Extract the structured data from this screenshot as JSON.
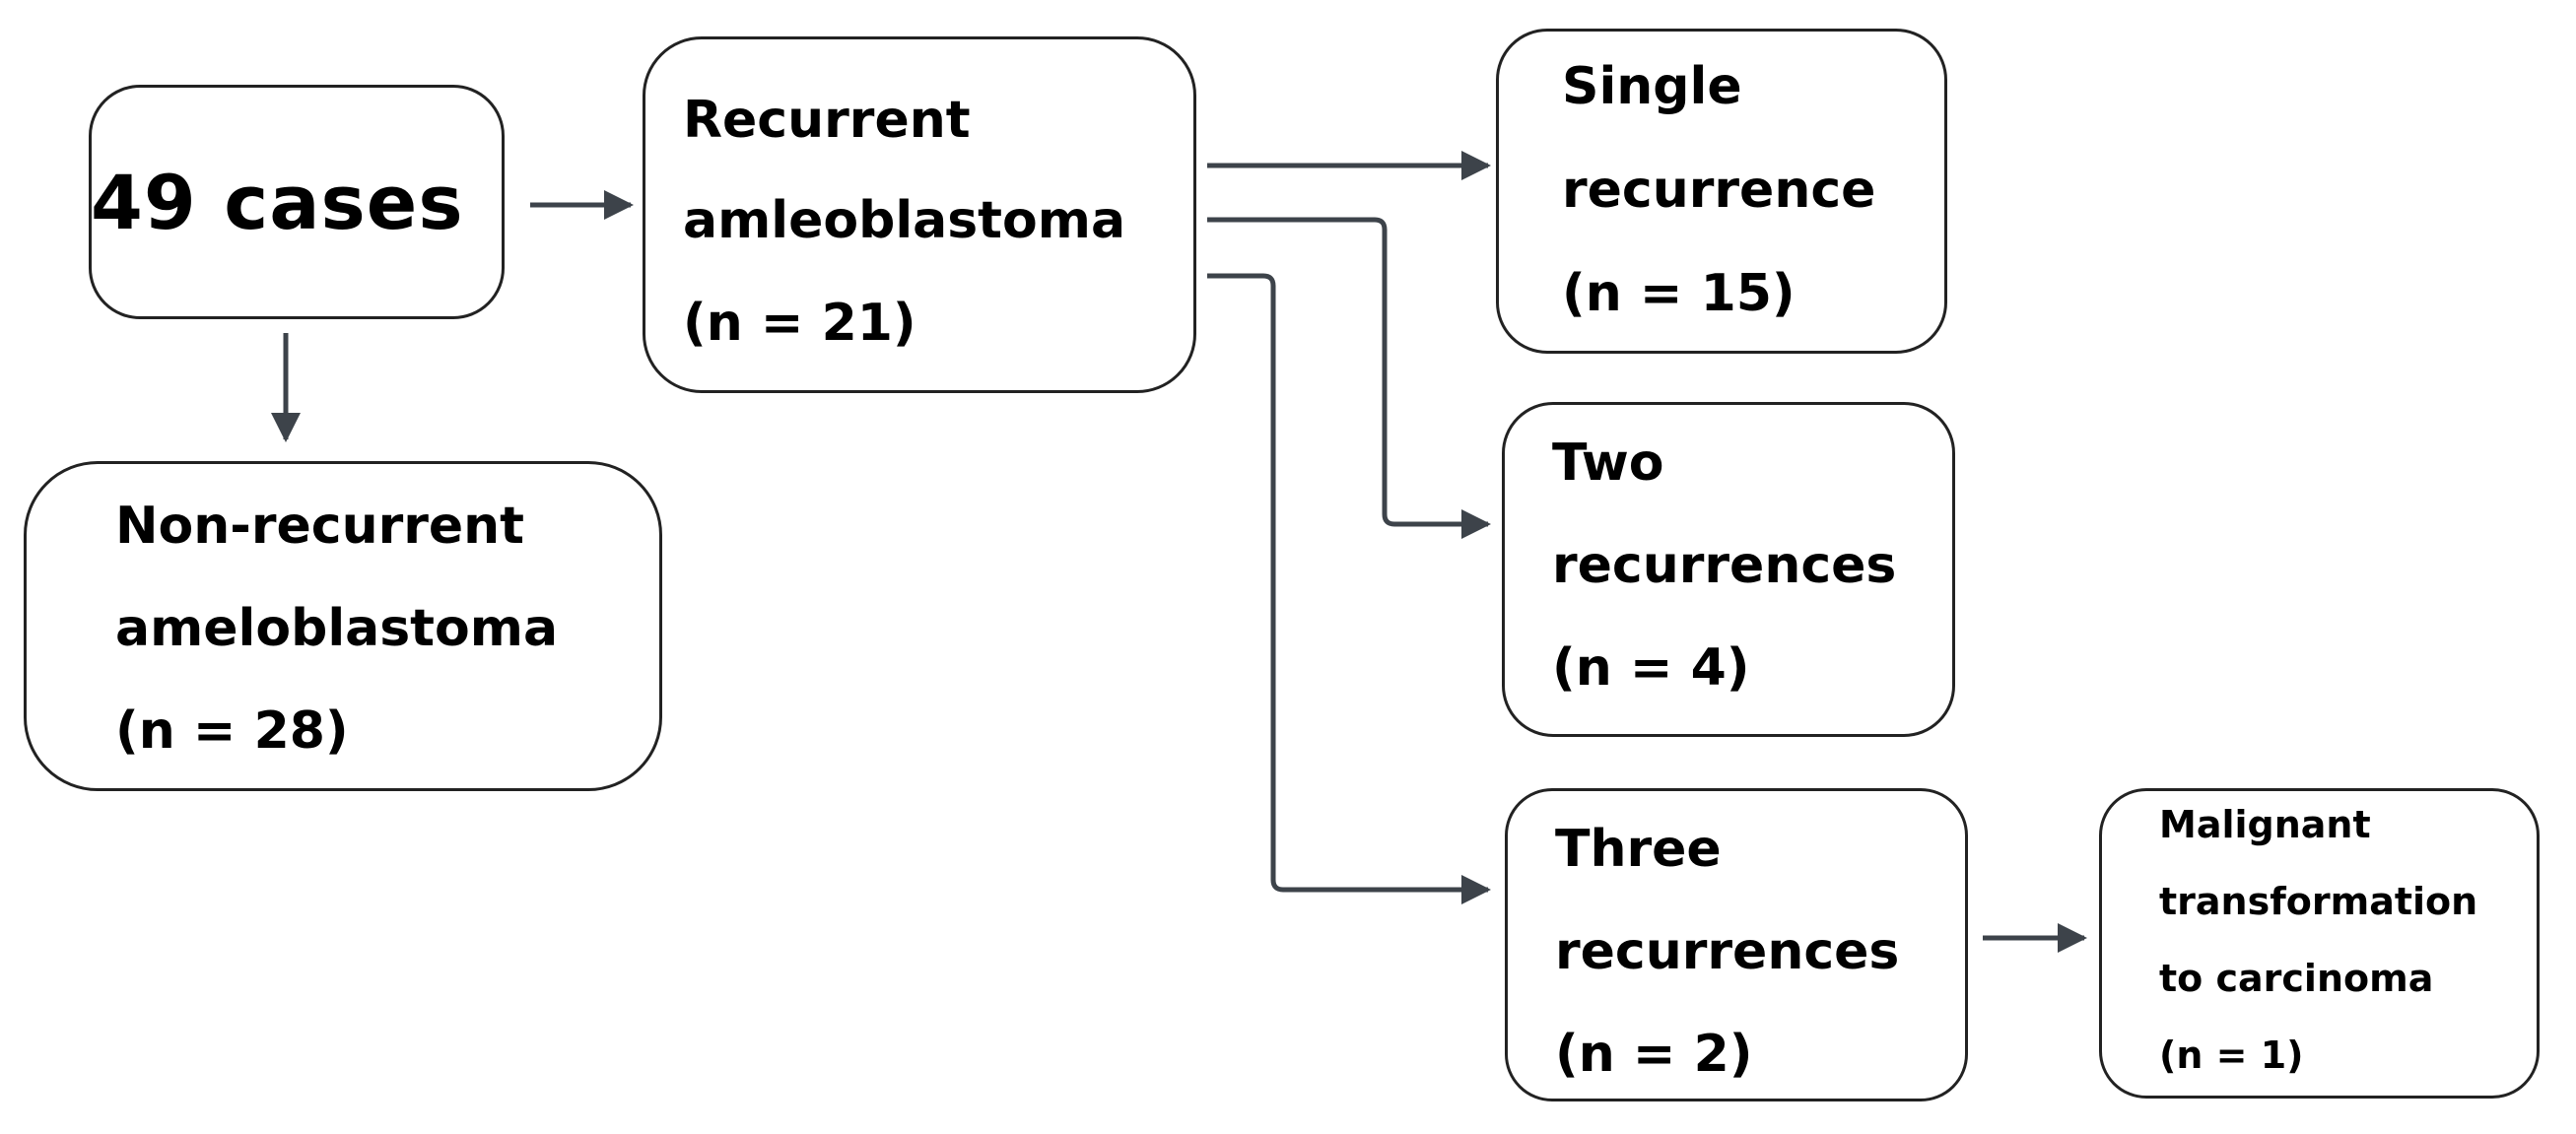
{
  "flowchart": {
    "root": {
      "label": "49 cases"
    },
    "recurrent": {
      "lines": [
        "Recurrent",
        "amleoblastoma",
        "(n = 21)"
      ]
    },
    "non_recurrent": {
      "lines": [
        "Non-recurrent",
        "ameloblastoma",
        "(n = 28)"
      ]
    },
    "single": {
      "lines": [
        "Single",
        "recurrence",
        "(n = 15)"
      ]
    },
    "two": {
      "lines": [
        "Two",
        "recurrences",
        "(n = 4)"
      ]
    },
    "three": {
      "lines": [
        "Three",
        "recurrences",
        "(n = 2)"
      ]
    },
    "malignant": {
      "lines": [
        "Malignant",
        "transformation",
        "to carcinoma",
        "(n = 1)"
      ]
    }
  },
  "colors": {
    "box_border": "#222222",
    "arrow": "#3d434a",
    "text": "#000000"
  }
}
